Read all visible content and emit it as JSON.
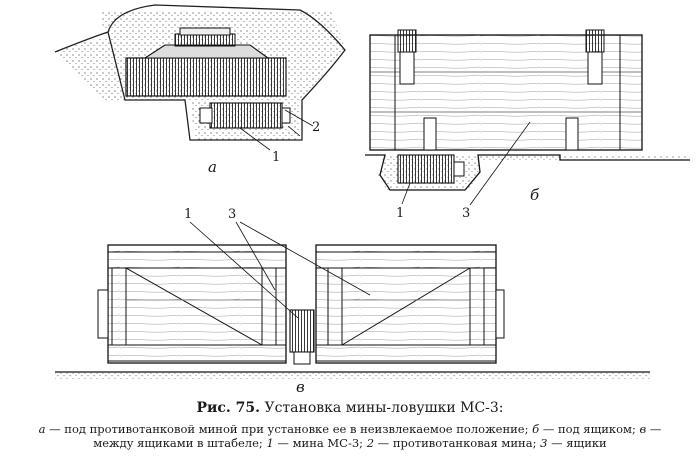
{
  "labels": {
    "a_num_1": "1",
    "a_num_2": "2",
    "a_letter": "а",
    "b_num_1": "1",
    "b_num_3": "3",
    "b_letter": "б",
    "c_num_1": "1",
    "c_num_3": "3",
    "c_letter": "в"
  },
  "caption": {
    "fig": "Рис. 75.",
    "title": "Установка мины-ловушки МС-3:",
    "body": [
      {
        "k": "а",
        "t": " — под противотанковой миной при установке ее в неизвлекаемое положение; "
      },
      {
        "k": "б",
        "t": " — под ящиком; "
      },
      {
        "k": "в",
        "t": " — между ящиками в штабеле; "
      },
      {
        "k": "1",
        "t": " — мина МС-3; "
      },
      {
        "k": "2",
        "t": " — противотанковая мина; "
      },
      {
        "k": "3",
        "t": " — ящики"
      }
    ]
  }
}
